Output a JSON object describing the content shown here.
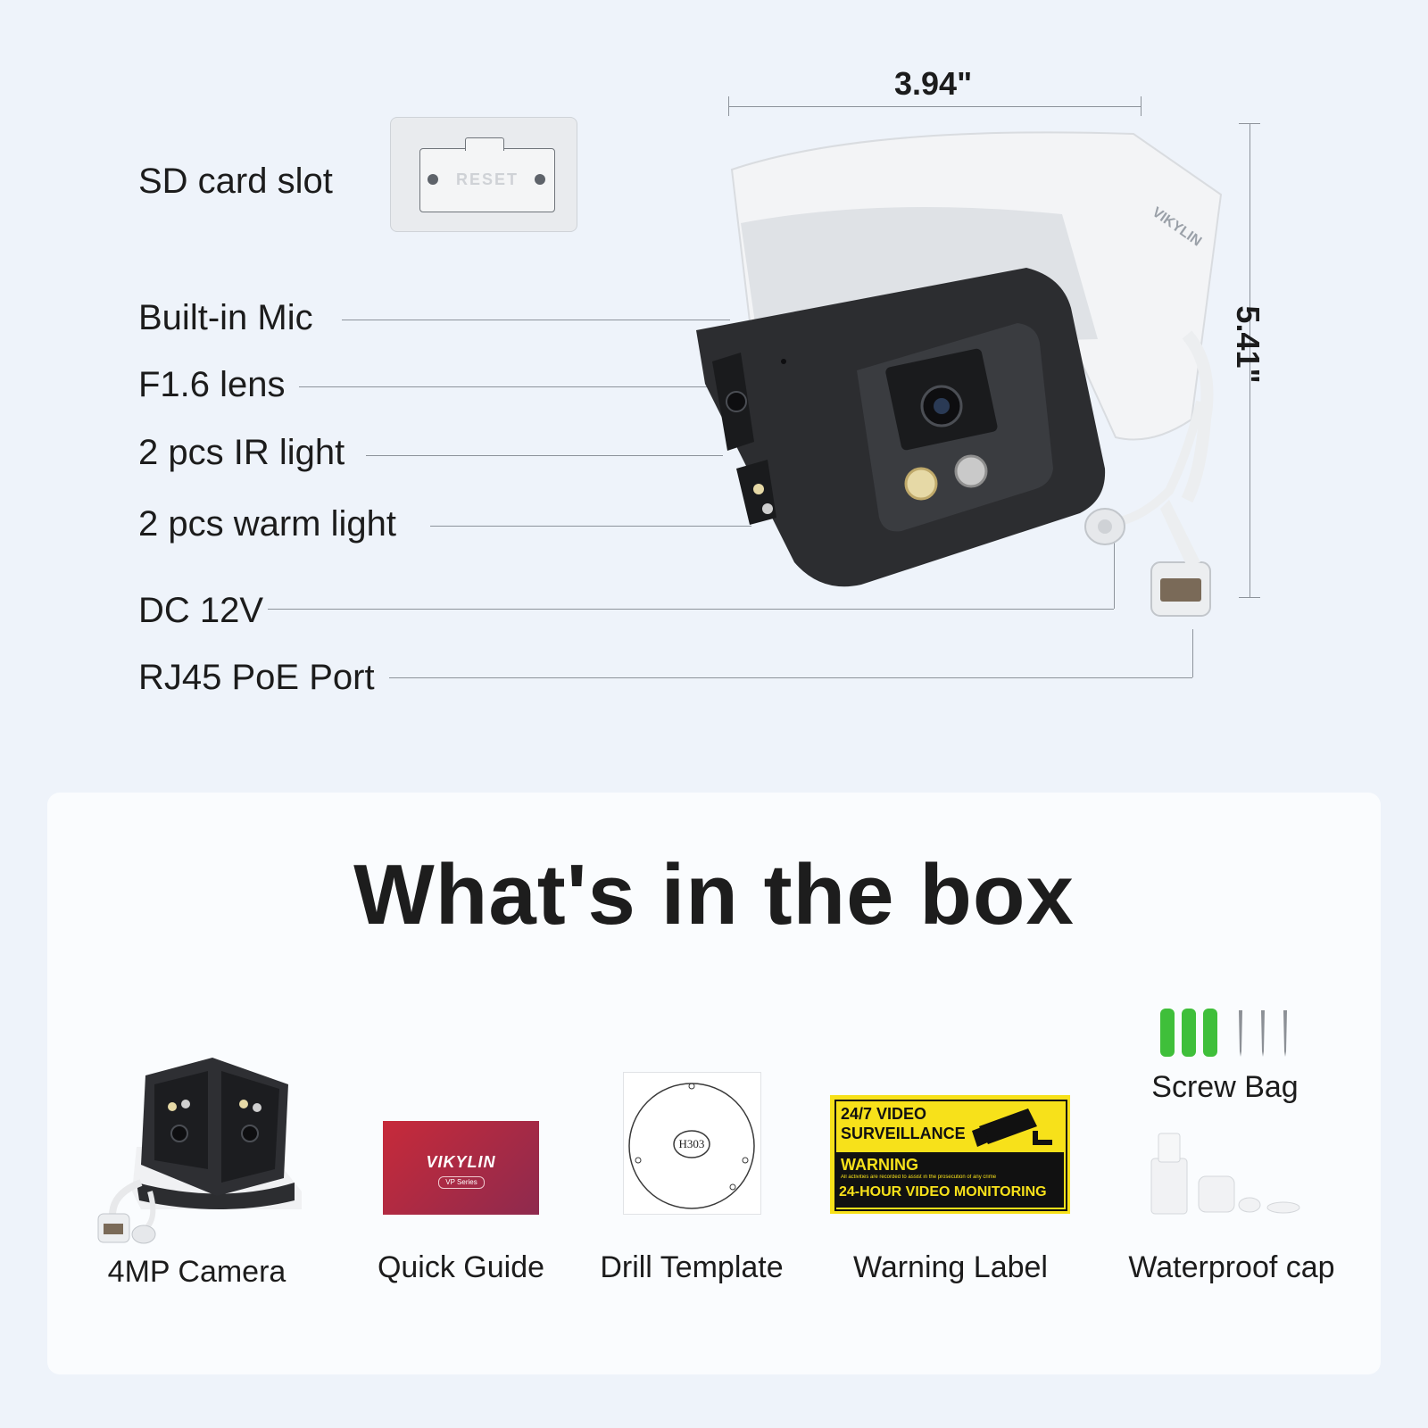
{
  "brand": "VIKYLIN",
  "dimensions": {
    "width": "3.94\"",
    "height": "5.41\""
  },
  "callouts": [
    {
      "key": "sd",
      "label": "SD card slot"
    },
    {
      "key": "mic",
      "label": "Built-in Mic"
    },
    {
      "key": "lens",
      "label": "F1.6 lens"
    },
    {
      "key": "ir",
      "label": "2 pcs IR light"
    },
    {
      "key": "warm",
      "label": "2 pcs warm light"
    },
    {
      "key": "dc",
      "label": "DC 12V"
    },
    {
      "key": "rj45",
      "label": "RJ45 PoE Port"
    }
  ],
  "sd_slot_text": "RESET",
  "box": {
    "title": "What's in the box",
    "items": [
      {
        "label": "4MP Camera"
      },
      {
        "label": "Quick Guide"
      },
      {
        "label": "Drill Template"
      },
      {
        "label": "Warning Label"
      },
      {
        "label": "Screw Bag"
      },
      {
        "label": "Waterproof cap"
      }
    ]
  },
  "guide": {
    "brand": "VIKYLIN",
    "series": "VP Series"
  },
  "template": {
    "code": "H303"
  },
  "warning_label": {
    "line1": "24/7 VIDEO",
    "line2": "SURVEILLANCE",
    "line3": "WARNING",
    "fine": "All activities are recorded to assist in the prosecution of any crime",
    "line4": "24-HOUR VIDEO MONITORING"
  },
  "colors": {
    "background": "#eef3fa",
    "panel": "#fafcfe",
    "warning_yellow": "#f7e11a",
    "anchor_green": "#3fbf3a",
    "guide_red": "#b02a3c"
  }
}
